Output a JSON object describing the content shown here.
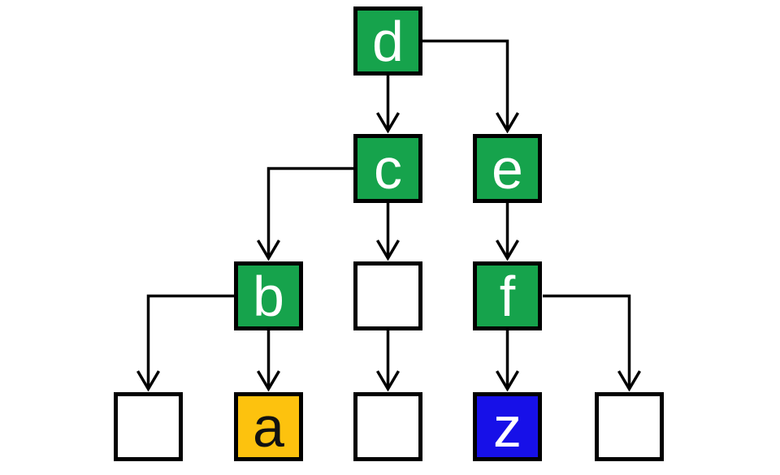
{
  "diagram": {
    "type": "tree",
    "description": "Binary tree diagram with labeled colored squares and empty leaf boxes connected by arrows",
    "colors": {
      "background": "#ffffff",
      "line": "#000000",
      "border": "#000000",
      "green": "#16A34C",
      "amber": "#FDC20E",
      "blue": "#1710E8",
      "empty": "#ffffff",
      "label_light": "#ffffff",
      "label_dark": "#111111"
    },
    "nodes": {
      "d": {
        "label": "d",
        "fill": "green"
      },
      "c": {
        "label": "c",
        "fill": "green"
      },
      "e": {
        "label": "e",
        "fill": "green"
      },
      "b": {
        "label": "b",
        "fill": "green"
      },
      "f": {
        "label": "f",
        "fill": "green"
      },
      "a": {
        "label": "a",
        "fill": "amber"
      },
      "z": {
        "label": "z",
        "fill": "blue"
      },
      "empty_mid": {
        "label": "",
        "fill": "empty"
      },
      "empty_bottom_left": {
        "label": "",
        "fill": "empty"
      },
      "empty_bottom_mid": {
        "label": "",
        "fill": "empty"
      },
      "empty_bottom_right": {
        "label": "",
        "fill": "empty"
      }
    },
    "edges": [
      {
        "from": "d",
        "to": "c"
      },
      {
        "from": "d",
        "to": "e"
      },
      {
        "from": "c",
        "to": "b"
      },
      {
        "from": "c",
        "to": "empty_mid"
      },
      {
        "from": "e",
        "to": "f"
      },
      {
        "from": "b",
        "to": "empty_bottom_left"
      },
      {
        "from": "b",
        "to": "a"
      },
      {
        "from": "empty_mid",
        "to": "empty_bottom_mid"
      },
      {
        "from": "f",
        "to": "z"
      },
      {
        "from": "f",
        "to": "empty_bottom_right"
      }
    ]
  }
}
